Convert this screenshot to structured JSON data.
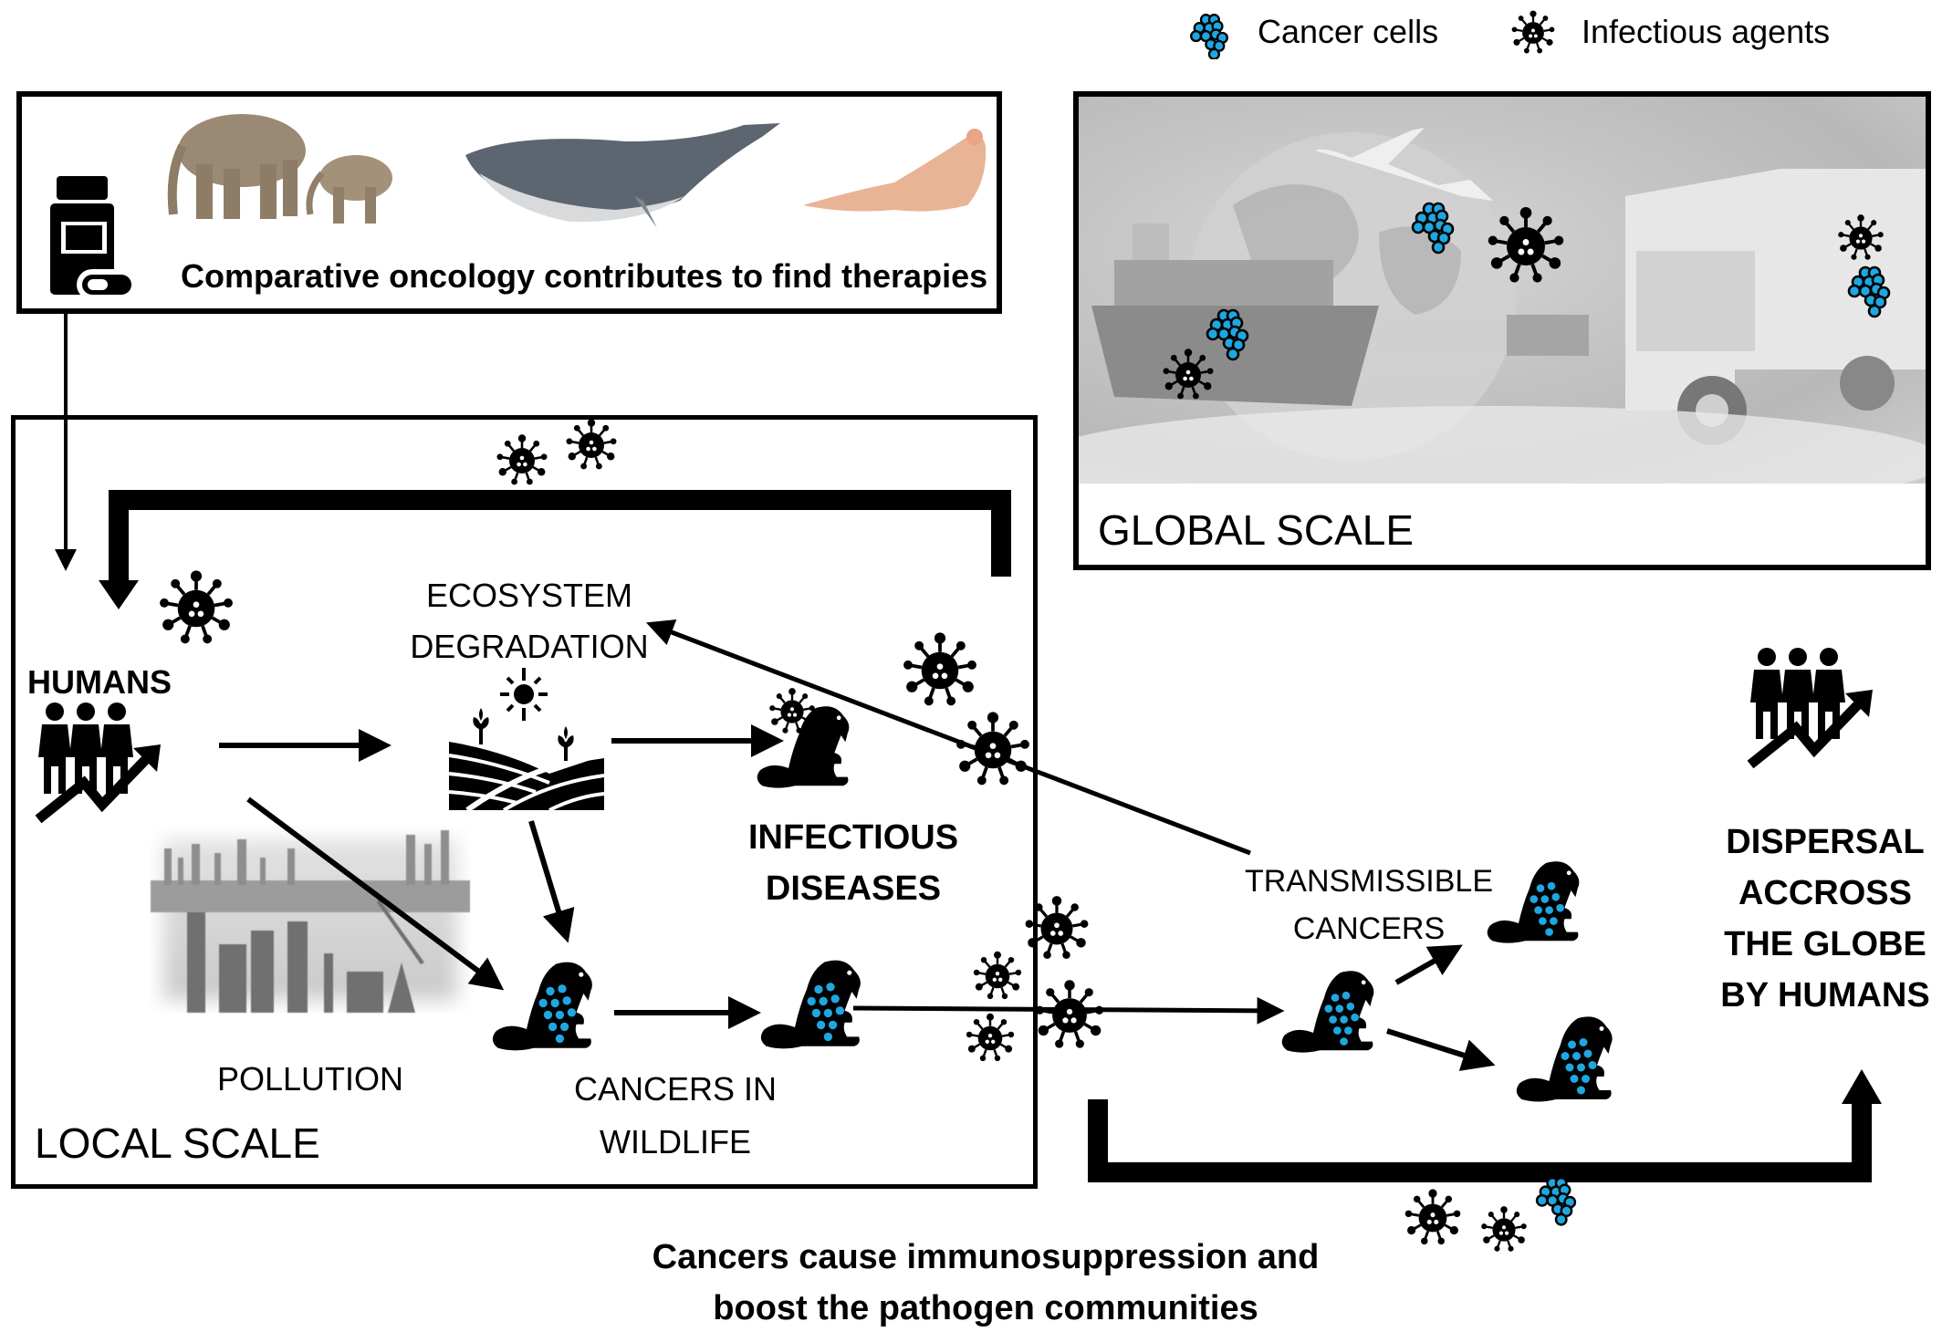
{
  "legend": {
    "cancer_cells_label": "Cancer cells",
    "infectious_agents_label": "Infectious agents",
    "cancer_cells_icon": "cancer-cells-icon",
    "infectious_agents_icon": "virus-icon"
  },
  "colors": {
    "cancer_cell_blue": "#1ea7e1",
    "ink": "#000000",
    "global_photo_gray": "#c4c4c4"
  },
  "top_panel": {
    "caption": "Comparative oncology contributes to find therapies",
    "icons": [
      "pill-bottle-icon",
      "elephant-photo",
      "whale-photo",
      "naked-mole-rat-photo"
    ]
  },
  "local_scale": {
    "title": "LOCAL SCALE",
    "humans": "HUMANS",
    "ecosystem": [
      "ECOSYSTEM",
      "DEGRADATION"
    ],
    "infectious": [
      "INFECTIOUS",
      "DISEASES"
    ],
    "pollution": "POLLUTION",
    "cancers_wildlife": [
      "CANCERS IN",
      "WILDLIFE"
    ]
  },
  "global_scale": {
    "title": "GLOBAL SCALE",
    "photo": "transport-collage-photo"
  },
  "right_side": {
    "transmissible": [
      "TRANSMISSIBLE",
      "CANCERS"
    ],
    "dispersal": [
      "DISPERSAL",
      "ACCROSS",
      "THE GLOBE",
      "BY HUMANS"
    ]
  },
  "bottom_caption": [
    "Cancers cause immunosuppression and",
    "boost the pathogen communities"
  ]
}
